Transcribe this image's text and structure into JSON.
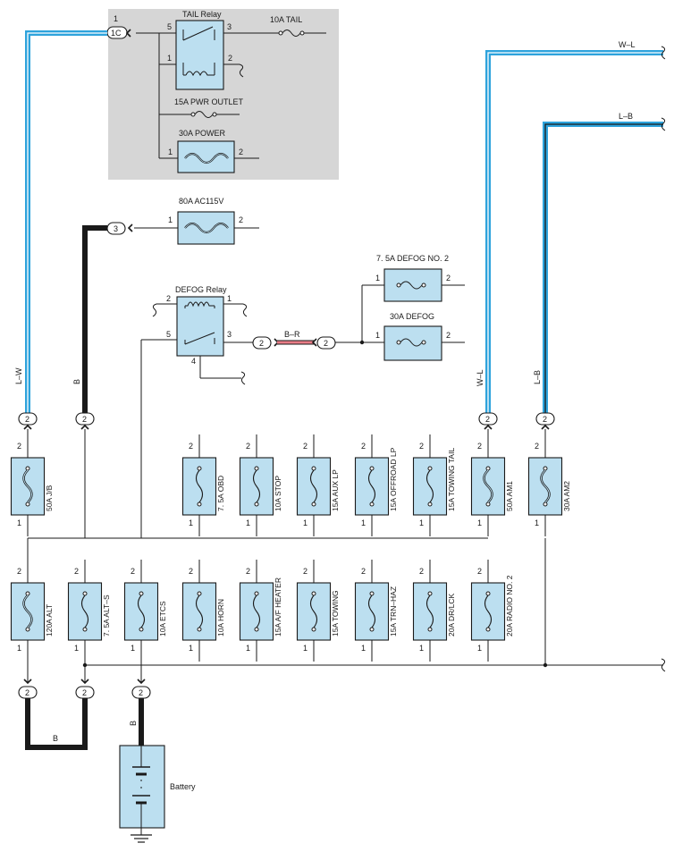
{
  "relay_block": {
    "tail_relay": {
      "label": "TAIL Relay",
      "pins": [
        "5",
        "3",
        "1",
        "2"
      ]
    },
    "connector_1c": {
      "label": "1C",
      "pin": "1"
    },
    "fuse_10a_tail": "10A TAIL",
    "fuse_15a_pwr_outlet": "15A PWR OUTLET",
    "fuse_30a_power": {
      "label": "30A POWER",
      "pins": [
        "1",
        "2"
      ]
    }
  },
  "ac115v": {
    "label": "80A AC115V",
    "pins": [
      "1",
      "2"
    ],
    "connector": "3"
  },
  "defog_relay": {
    "label": "DEFOG Relay",
    "pins": [
      "2",
      "1",
      "5",
      "3",
      "4"
    ]
  },
  "br_wire": {
    "label": "B–R",
    "connector_left": "2",
    "connector_right": "2"
  },
  "defog_no2": {
    "label": "7. 5A DEFOG NO. 2",
    "pins": [
      "1",
      "2"
    ]
  },
  "defog_30a": {
    "label": "30A DEFOG",
    "pins": [
      "1",
      "2"
    ]
  },
  "wires": {
    "wl_top": "W–L",
    "lb_top": "L–B",
    "lw": "L–W",
    "b_left": "B",
    "wl_side": "W–L",
    "lb_side": "L–B",
    "b_bottom": "B",
    "b_battery": "B"
  },
  "row1": [
    {
      "label": "50A J/B",
      "top": "2",
      "bottom": "1",
      "conn": "2"
    },
    {
      "label": "7. 5A OBD",
      "top": "2",
      "bottom": "1"
    },
    {
      "label": "10A STOP",
      "top": "2",
      "bottom": "1"
    },
    {
      "label": "15A AUX LP",
      "top": "2",
      "bottom": "1"
    },
    {
      "label": "15A OFFROAD LP",
      "top": "2",
      "bottom": "1"
    },
    {
      "label": "15A TOWING TAIL",
      "top": "2",
      "bottom": "1"
    },
    {
      "label": "50A AM1",
      "top": "2",
      "bottom": "1",
      "conn": "2"
    },
    {
      "label": "30A AM2",
      "top": "2",
      "bottom": "1",
      "conn": "2"
    }
  ],
  "b_conn_top": "2",
  "row2": [
    {
      "label": "120A ALT",
      "top": "2",
      "bottom": "1",
      "conn": "2"
    },
    {
      "label": "7. 5A ALT–S",
      "top": "2",
      "bottom": "1",
      "conn": "2"
    },
    {
      "label": "10A ETCS",
      "top": "2",
      "bottom": "1",
      "conn": "2"
    },
    {
      "label": "10A HORN",
      "top": "2",
      "bottom": "1"
    },
    {
      "label": "15A A/F HEATER",
      "top": "2",
      "bottom": "1"
    },
    {
      "label": "15A TOWING",
      "top": "2",
      "bottom": "1"
    },
    {
      "label": "15A TRN–HAZ",
      "top": "2",
      "bottom": "1"
    },
    {
      "label": "20A DR/LCK",
      "top": "2",
      "bottom": "1"
    },
    {
      "label": "20A RADIO NO. 2",
      "top": "2",
      "bottom": "1"
    }
  ],
  "battery": {
    "label": "Battery"
  },
  "colors": {
    "blue": "#2ea3dc",
    "pink": "#e87c86",
    "fill": "#bcdff0",
    "gray_block": "#d6d6d6"
  }
}
